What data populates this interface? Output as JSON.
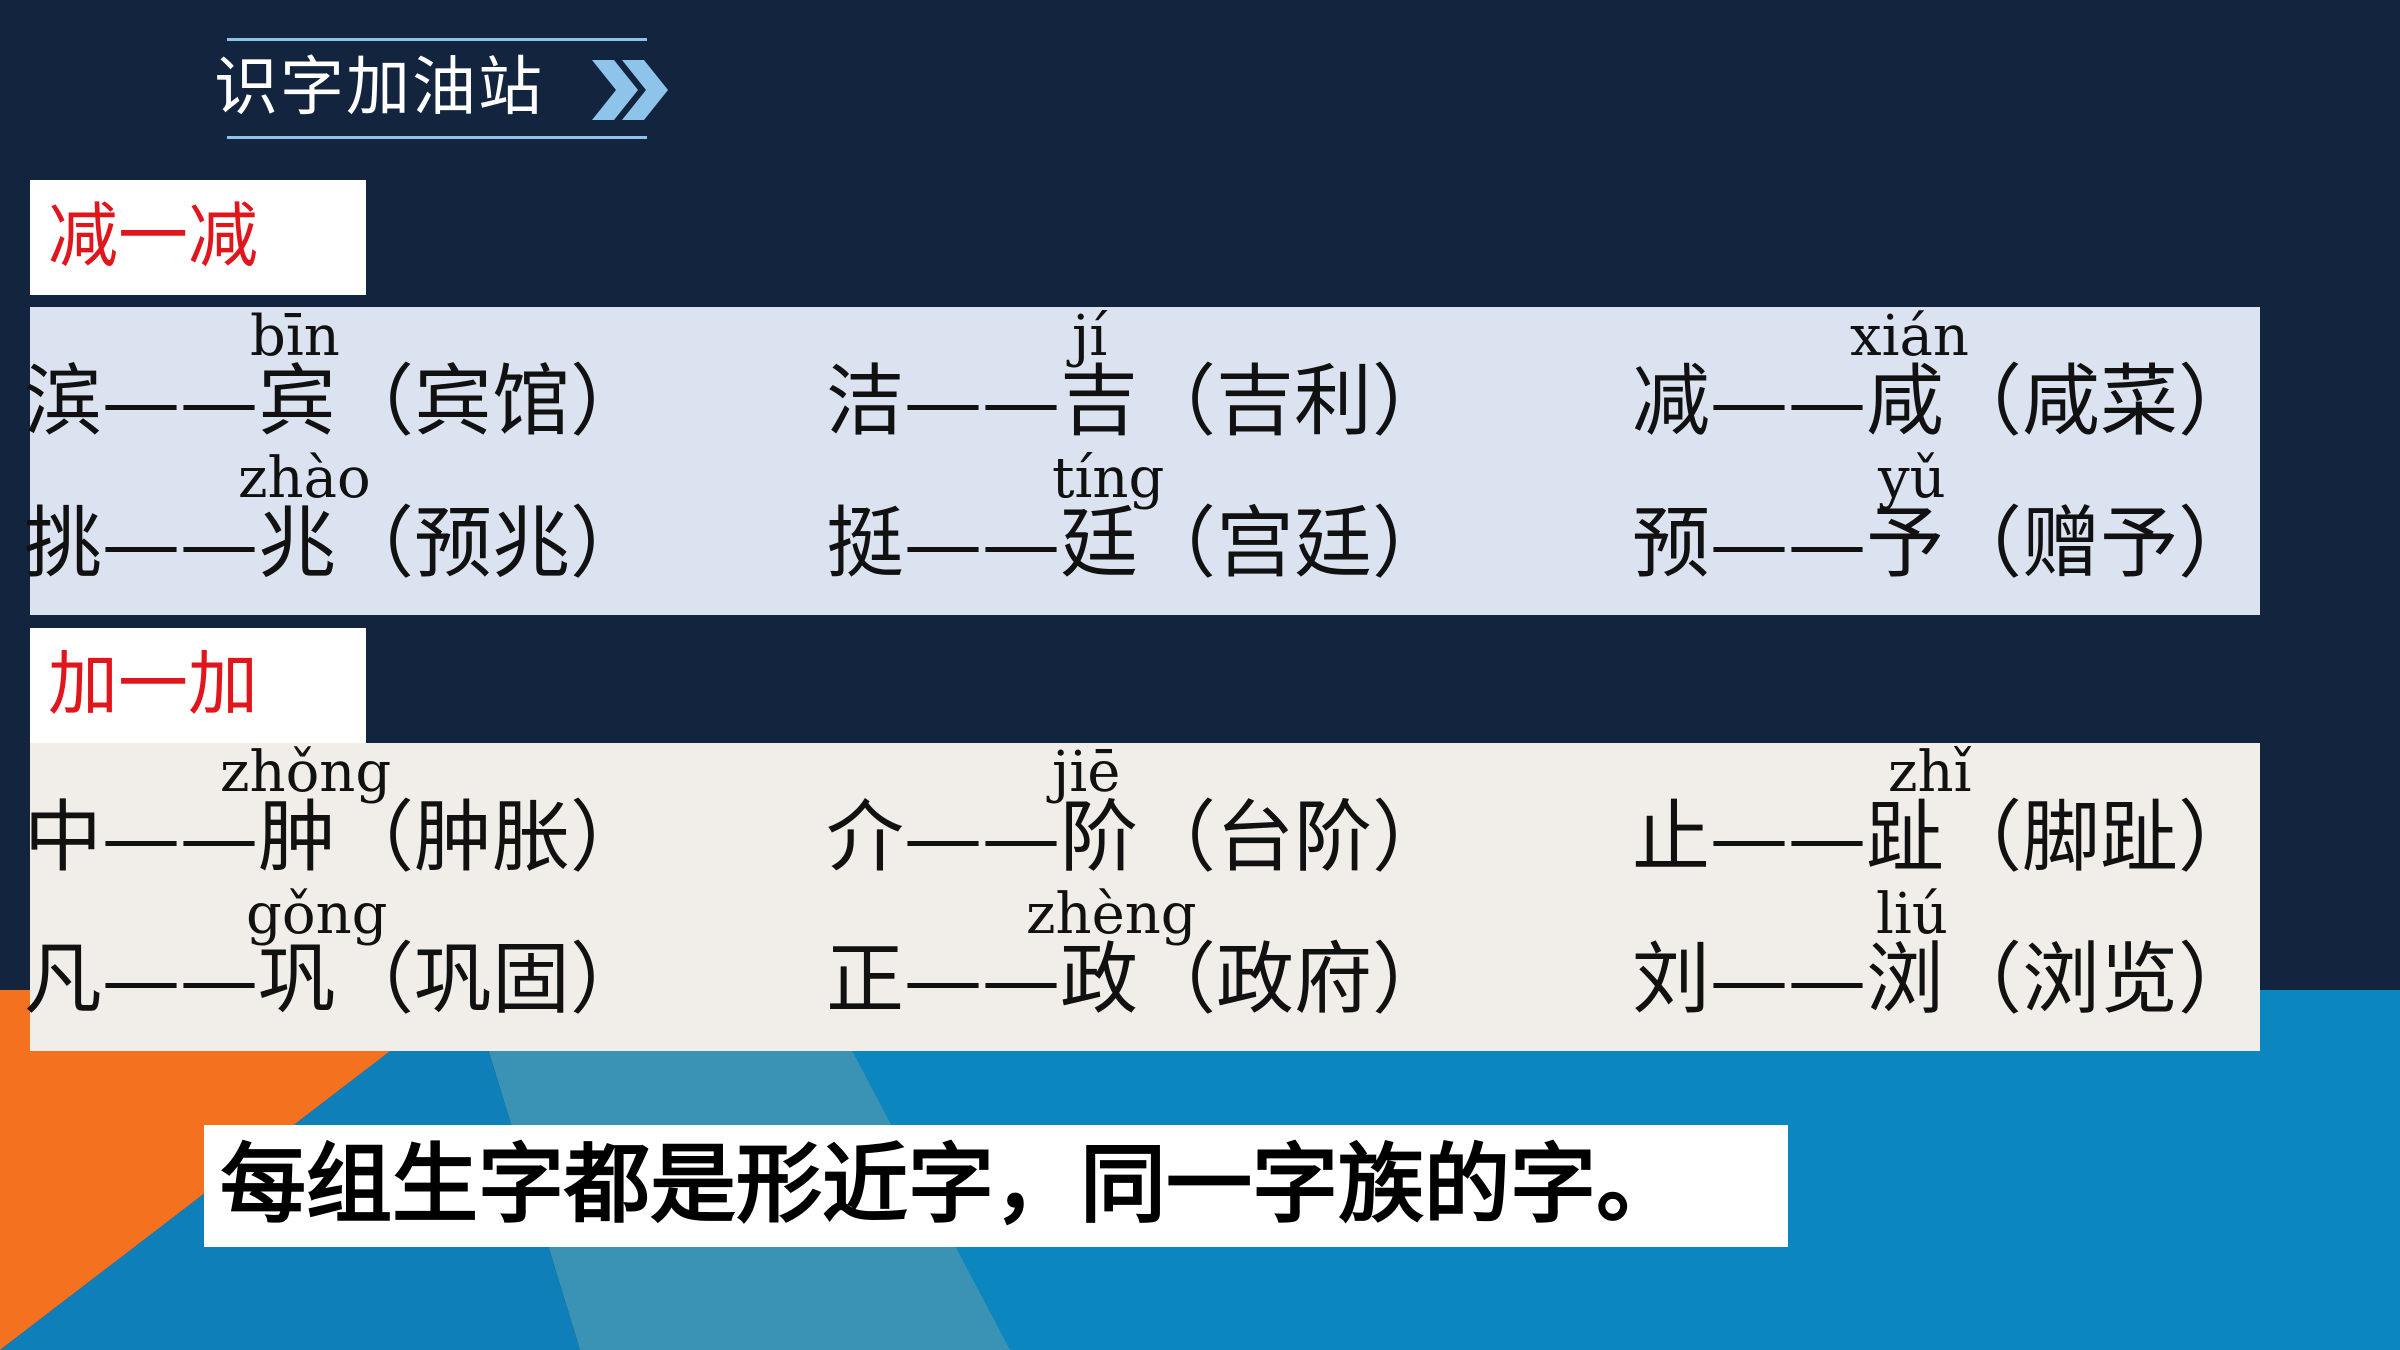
{
  "header": {
    "title": "识字加油站"
  },
  "section_subtract": {
    "label": "减一减",
    "rows": [
      [
        {
          "pinyin": "bīn",
          "text": "滨——宾（宾馆）"
        },
        {
          "pinyin": "jí",
          "text": "洁——吉（吉利）"
        },
        {
          "pinyin": "xián",
          "text": "减——咸（咸菜）"
        }
      ],
      [
        {
          "pinyin": "zhào",
          "text": "挑——兆（预兆）"
        },
        {
          "pinyin": "tíng",
          "text": "挺——廷（宫廷）"
        },
        {
          "pinyin": "yǔ",
          "text": "预——予（赠予）"
        }
      ]
    ]
  },
  "section_add": {
    "label": "加一加",
    "rows": [
      [
        {
          "pinyin": "zhǒng",
          "text": "中——肿（肿胀）"
        },
        {
          "pinyin": "jiē",
          "text": "介——阶（台阶）"
        },
        {
          "pinyin": "zhǐ",
          "text": "止——趾（脚趾）"
        }
      ],
      [
        {
          "pinyin": "gǒng",
          "text": "凡——巩（巩固）"
        },
        {
          "pinyin": "zhèng",
          "text": "正——政（政府）"
        },
        {
          "pinyin": "liú",
          "text": "刘——浏（浏览）"
        }
      ]
    ]
  },
  "note": "每组生字都是形近字，同一字族的字。",
  "colors": {
    "background": "#13243f",
    "label_red": "#e0161c",
    "panel_subtract": "#dae3ef",
    "panel_add": "#f1eeea",
    "accent_blue": "#0c86bf",
    "accent_orange": "#f47120",
    "header_line": "#8fc4ea"
  },
  "icons": {
    "header_arrow": "double-chevron-right-icon"
  }
}
